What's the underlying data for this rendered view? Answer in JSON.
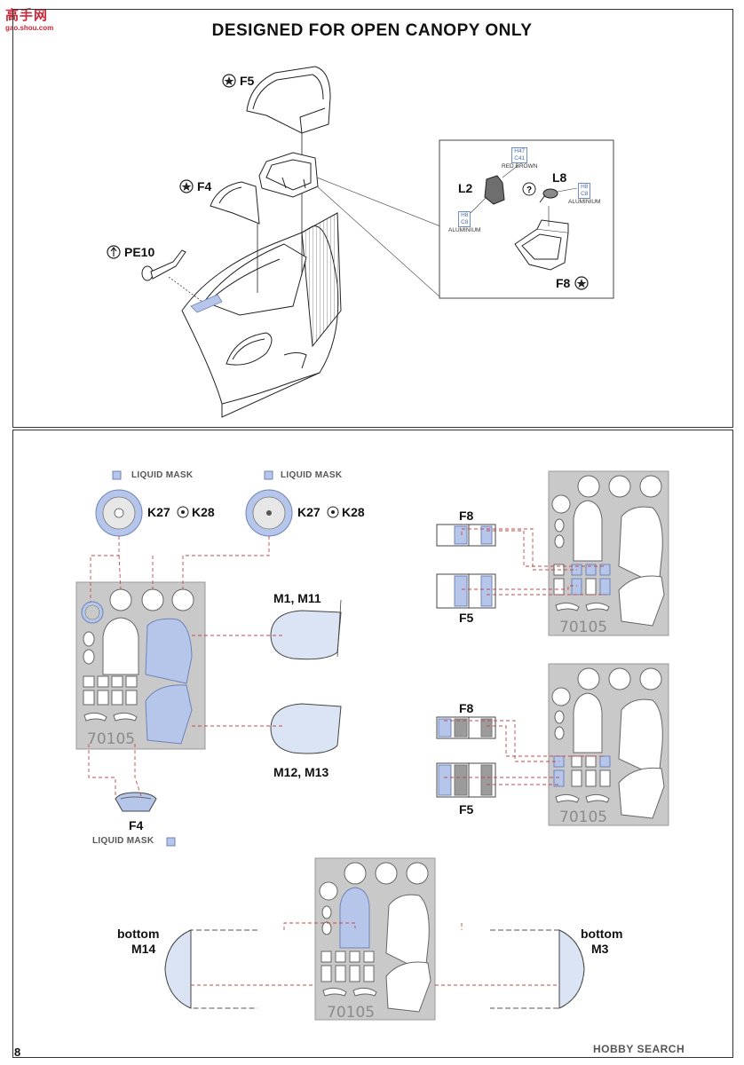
{
  "watermark": {
    "text": "高手网",
    "url_text": "gao.shou.com"
  },
  "top_section": {
    "title": "DESIGNED FOR OPEN CANOPY ONLY",
    "callouts": {
      "f5": "F5",
      "f4": "F4",
      "pe10": "PE10",
      "l2": "L2",
      "l8": "L8",
      "f8": "F8"
    },
    "paints": {
      "l2_top": [
        "H47",
        "C41"
      ],
      "l2_top_name": "RED BROWN",
      "l2_bottom": [
        "H8",
        "C8"
      ],
      "l2_bottom_name": "ALUMINIUM",
      "l8": [
        "H8",
        "C8"
      ],
      "l8_name": "ALUMINIUM"
    }
  },
  "bottom_section": {
    "liquid_mask_label": "LIQUID MASK",
    "k_label_a": "K27",
    "k_label_b": "K28",
    "m1_m11": "M1, M11",
    "m12_m13": "M12, M13",
    "f4": "F4",
    "f8": "F8",
    "f5": "F5",
    "bottom_left_1": "bottom",
    "bottom_left_2": "M14",
    "bottom_right_1": "bottom",
    "bottom_right_2": "M3",
    "sheet_code": "70105"
  },
  "footer": {
    "page_number": "8",
    "brand": "HOBBY SEARCH"
  },
  "colors": {
    "mask_blue": "#c7d6f0",
    "mask_blue_dark": "#8ea7d8",
    "sheet_gray": "#c9c9c9",
    "leader_red": "#c24a4a",
    "watermark_red": "#c9283a"
  }
}
